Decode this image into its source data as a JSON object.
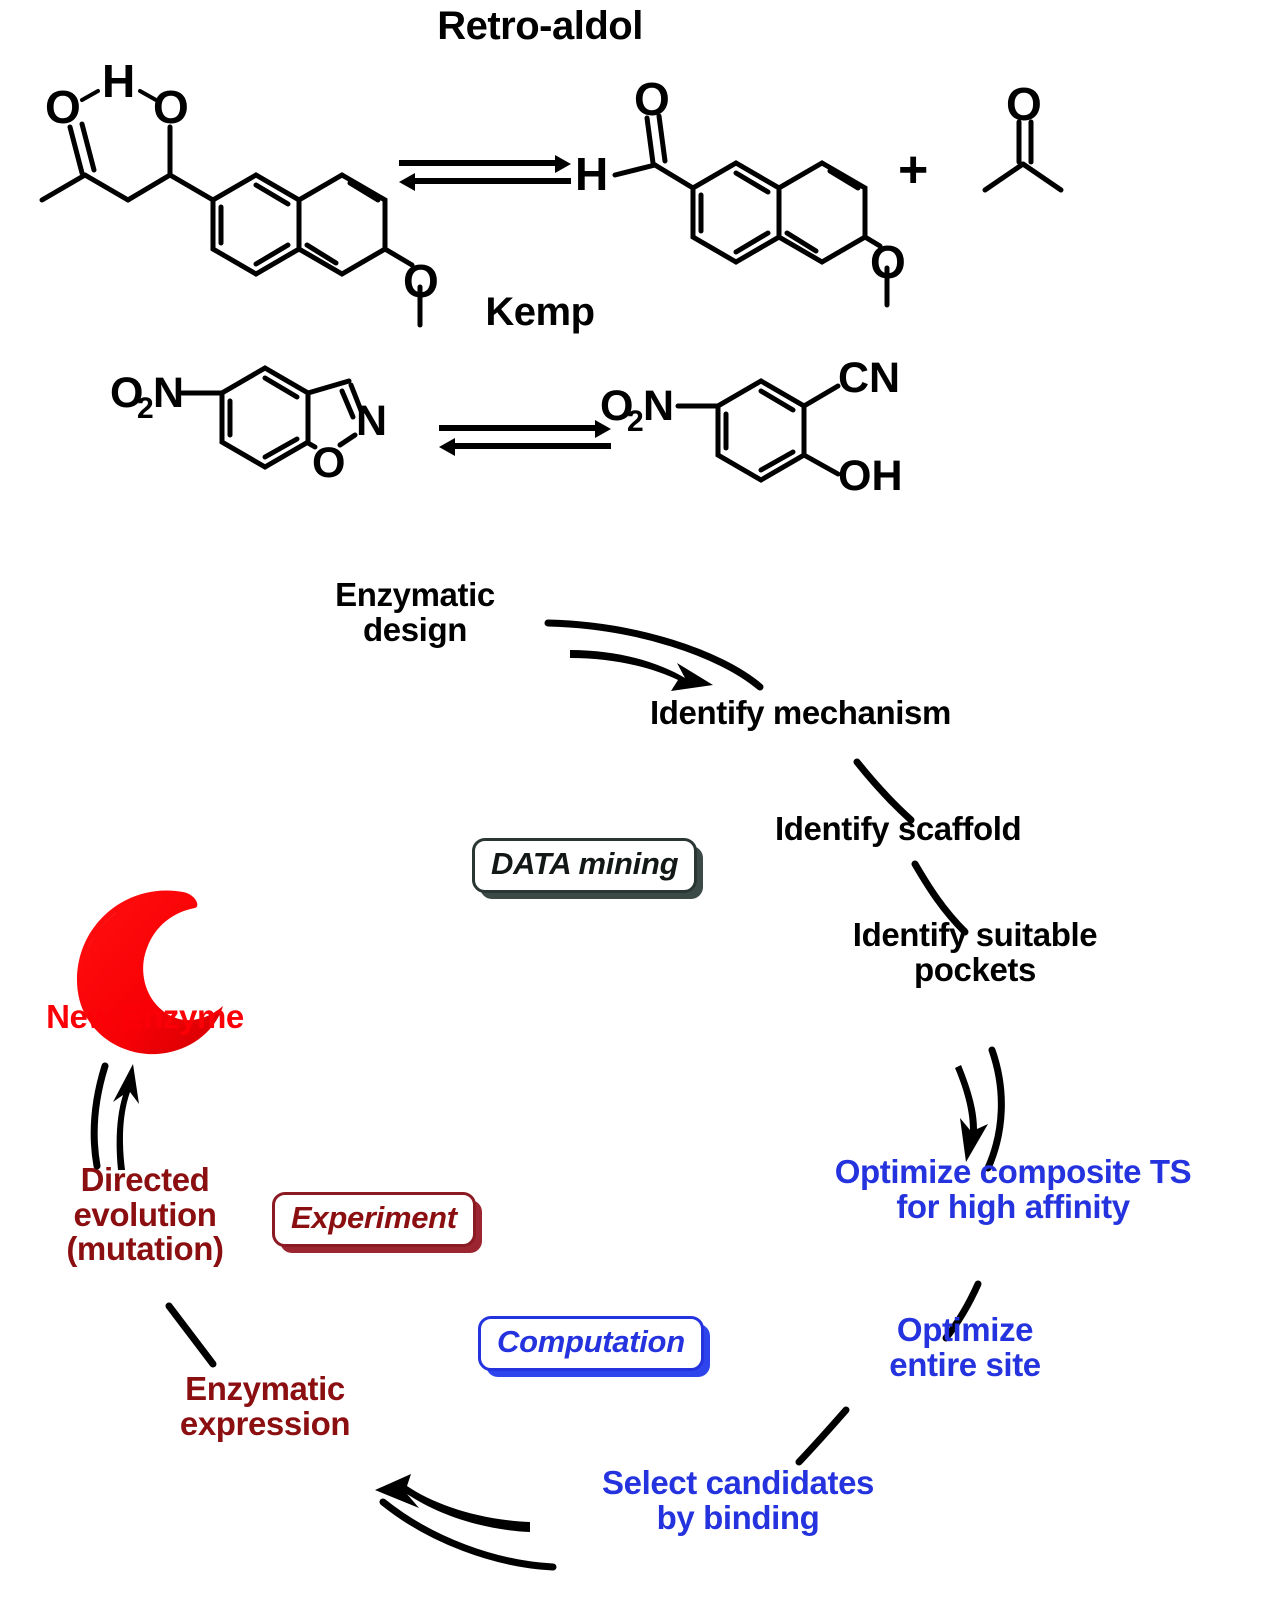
{
  "reactions": [
    {
      "title": "Retro-aldol",
      "substrate_name": "4-hydroxy-4-(6-methoxynaphthalen-2-yl)butan-2-one",
      "substrate_labels": [
        "O",
        "H",
        "O",
        "O"
      ],
      "arrow": "equilibrium-arrow",
      "product_labels": [
        "H",
        "O",
        "O"
      ],
      "plus": "+",
      "coproduct_labels": [
        "O"
      ]
    },
    {
      "title": "Kemp",
      "substrate_labels": [
        "O₂N",
        "N",
        "O"
      ],
      "arrow": "equilibrium-arrow",
      "product_labels": [
        "O₂N",
        "CN",
        "OH"
      ]
    }
  ],
  "cycle": {
    "steps": [
      {
        "id": "enzymatic-design",
        "label": "Enzymatic\ndesign",
        "color": "black"
      },
      {
        "id": "identify-mechanism",
        "label": "Identify mechanism",
        "color": "black"
      },
      {
        "id": "identify-scaffold",
        "label": "Identify scaffold",
        "color": "black"
      },
      {
        "id": "identify-pockets",
        "label": "Identify suitable\npockets",
        "color": "black"
      },
      {
        "id": "optimize-ts",
        "label": "Optimize composite TS\nfor high affinity",
        "color": "blue"
      },
      {
        "id": "optimize-site",
        "label": "Optimize\nentire site",
        "color": "blue"
      },
      {
        "id": "select-candidates",
        "label": "Select candidates\nby binding",
        "color": "blue"
      },
      {
        "id": "enzymatic-expression",
        "label": "Enzymatic\nexpression",
        "color": "dark-red"
      },
      {
        "id": "directed-evolution",
        "label": "Directed\nevolution\n(mutation)",
        "color": "dark-red"
      },
      {
        "id": "new-enzyme",
        "label": "New Enzyme",
        "color": "red"
      }
    ],
    "badges": [
      {
        "id": "data-mining",
        "label": "DATA mining",
        "color": "#2A3633"
      },
      {
        "id": "experiment",
        "label": "Experiment",
        "color": "#8B0F11"
      },
      {
        "id": "computation",
        "label": "Computation",
        "color": "#2433DE"
      }
    ],
    "enzyme_icon": "red-crescent-enzyme-icon"
  },
  "colors": {
    "black": "#000000",
    "red": "#FB0006",
    "dark_red": "#8B0F11",
    "blue": "#2433DE",
    "badge_shadow_dark": "#3C4A47",
    "white": "#FFFFFF"
  }
}
